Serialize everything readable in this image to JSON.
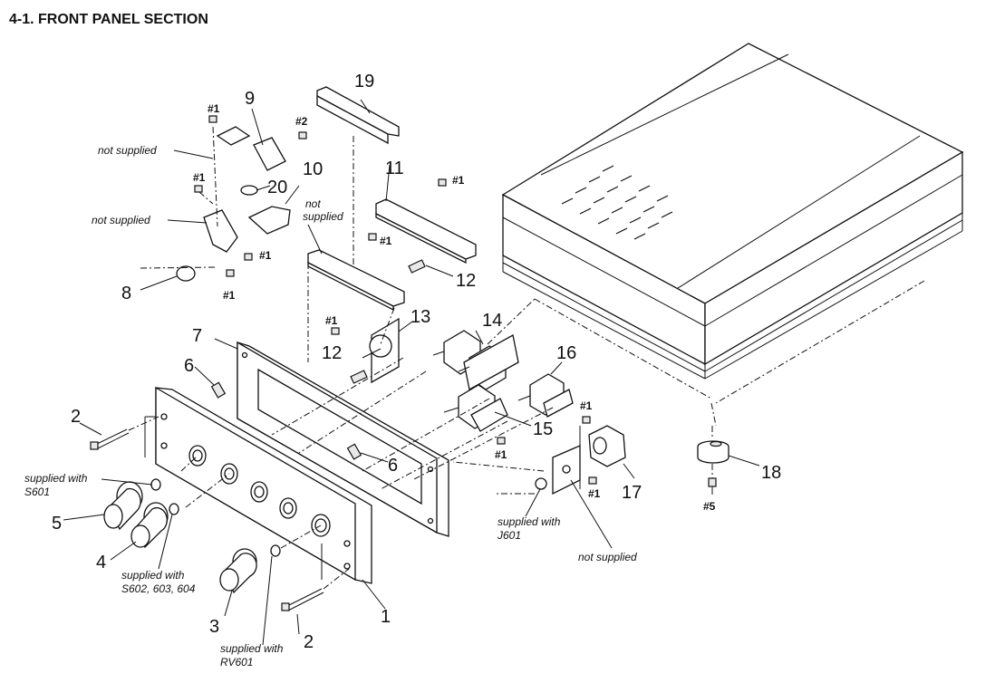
{
  "title": "4-1. FRONT PANEL SECTION",
  "parts": {
    "p1": "1",
    "p2a": "2",
    "p2b": "2",
    "p3": "3",
    "p4": "4",
    "p5": "5",
    "p6a": "6",
    "p6b": "6",
    "p7": "7",
    "p8": "8",
    "p9": "9",
    "p10": "10",
    "p11": "11",
    "p12a": "12",
    "p12b": "12",
    "p13": "13",
    "p14": "14",
    "p15": "15",
    "p16": "16",
    "p17": "17",
    "p18": "18",
    "p19": "19",
    "p20": "20"
  },
  "refs": {
    "r1a": "#1",
    "r1b": "#1",
    "r1c": "#1",
    "r1d": "#1",
    "r1e": "#1",
    "r1f": "#1",
    "r1g": "#1",
    "r1h": "#1",
    "r1i": "#1",
    "r1j": "#1",
    "r2": "#2",
    "r5": "#5"
  },
  "notes": {
    "not_supplied_1": "not supplied",
    "not_supplied_2": "not supplied",
    "not_supplied_3a": "not",
    "not_supplied_3b": "supplied",
    "not_supplied_4": "not supplied",
    "s601_a": "supplied with",
    "s601_b": "S601",
    "s602_a": "supplied with",
    "s602_b": "S602, 603, 604",
    "rv601_a": "supplied with",
    "rv601_b": "RV601",
    "j601_a": "supplied with",
    "j601_b": "J601"
  }
}
